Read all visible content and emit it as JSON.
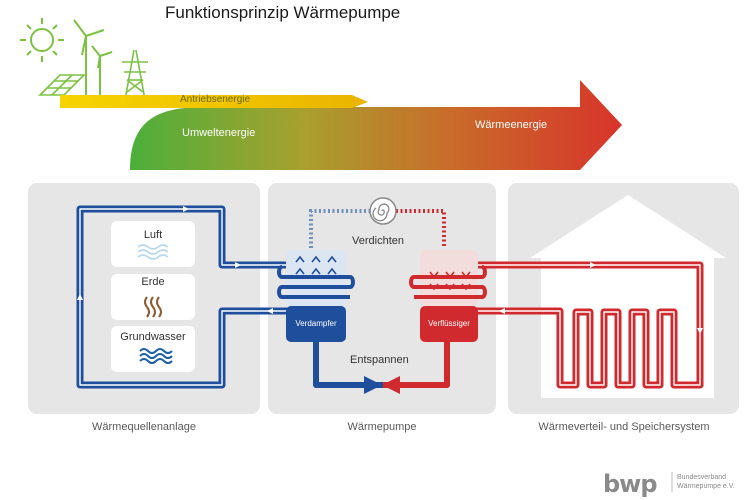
{
  "title": "Funktionsprinzip Wärmepumpe",
  "energy": {
    "antrieb": "Antriebsenergie",
    "umwelt": "Umweltenergie",
    "waerme": "Wärmeenergie"
  },
  "sources": {
    "luft": "Luft",
    "erde": "Erde",
    "grundwasser": "Grundwasser"
  },
  "pump": {
    "verdichten": "Verdichten",
    "entspannen": "Entspannen",
    "verdampfer": "Verdampfer",
    "verfluessiger": "Verflüssiger"
  },
  "panels": {
    "left": "Wärmequellenanlage",
    "middle": "Wärmepumpe",
    "right": "Wärmeverteil- und Speichersystem"
  },
  "logo": {
    "text": "bwp",
    "line1": "Bundesverband",
    "line2": "Wärmepumpe e.V."
  },
  "colors": {
    "blue": "#1f4e9c",
    "red": "#d0292e",
    "green": "#5ab031",
    "yellow": "#f2c500",
    "panel": "#e6e6e6"
  }
}
